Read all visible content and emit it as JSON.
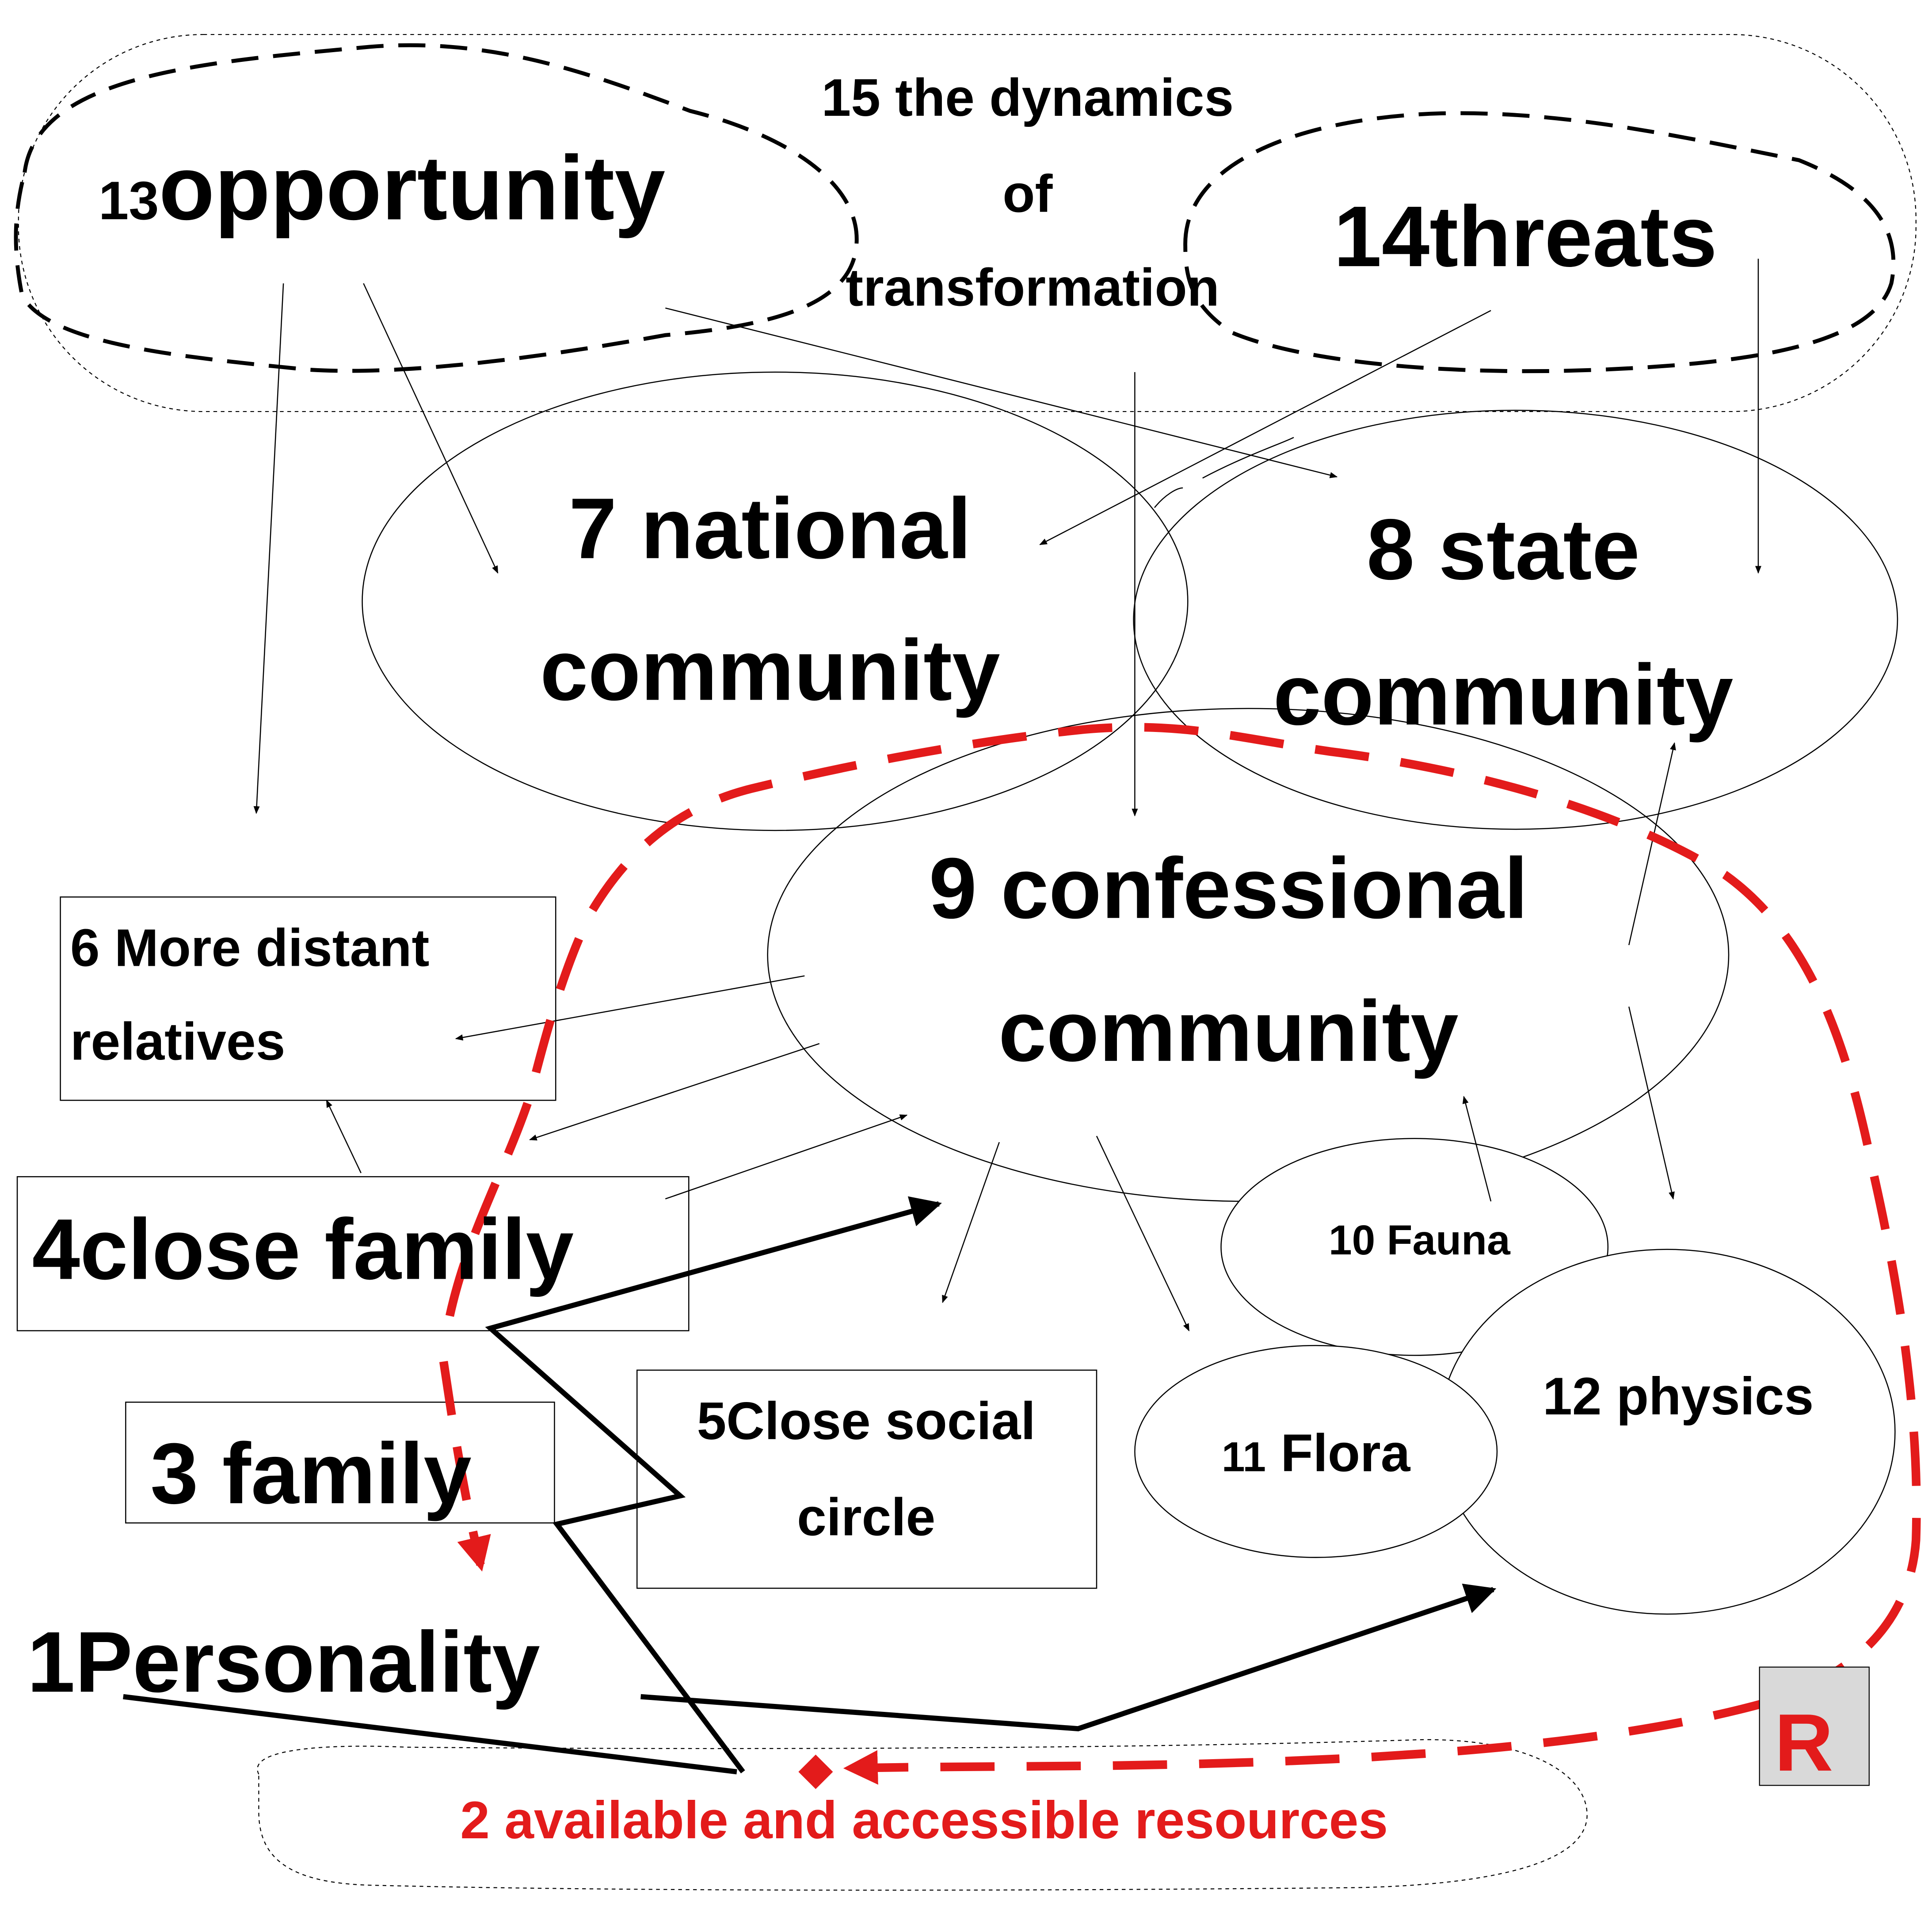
{
  "nodes": {
    "n1": {
      "num": "1",
      "text": "Personality"
    },
    "n2": {
      "text": "2 available and accessible resources"
    },
    "n3": {
      "text": "3 family"
    },
    "n4": {
      "text": "4close family"
    },
    "n5": {
      "line1": "5Close social",
      "line2": "circle"
    },
    "n6": {
      "line1": "6 More distant",
      "line2": "relatives"
    },
    "n7": {
      "line1": "7 national",
      "line2": "community"
    },
    "n8": {
      "line1": "8 state",
      "line2": "community"
    },
    "n9": {
      "line1": "9 confessional",
      "line2": "community"
    },
    "n10": {
      "text": "10 Fauna"
    },
    "n11": {
      "num": "11",
      "text": " Flora"
    },
    "n12": {
      "text": "12 physics"
    },
    "n13": {
      "num": "13",
      "text": "opportunity"
    },
    "n14": {
      "text": "14threats"
    },
    "n15": {
      "line1": "15 the dynamics",
      "line2": "of",
      "line3": "transformation"
    }
  },
  "badge": {
    "text": "R"
  },
  "colors": {
    "accent_red": "#e31b1b",
    "badge_fill": "#d9d9d9",
    "line": "#000000"
  }
}
